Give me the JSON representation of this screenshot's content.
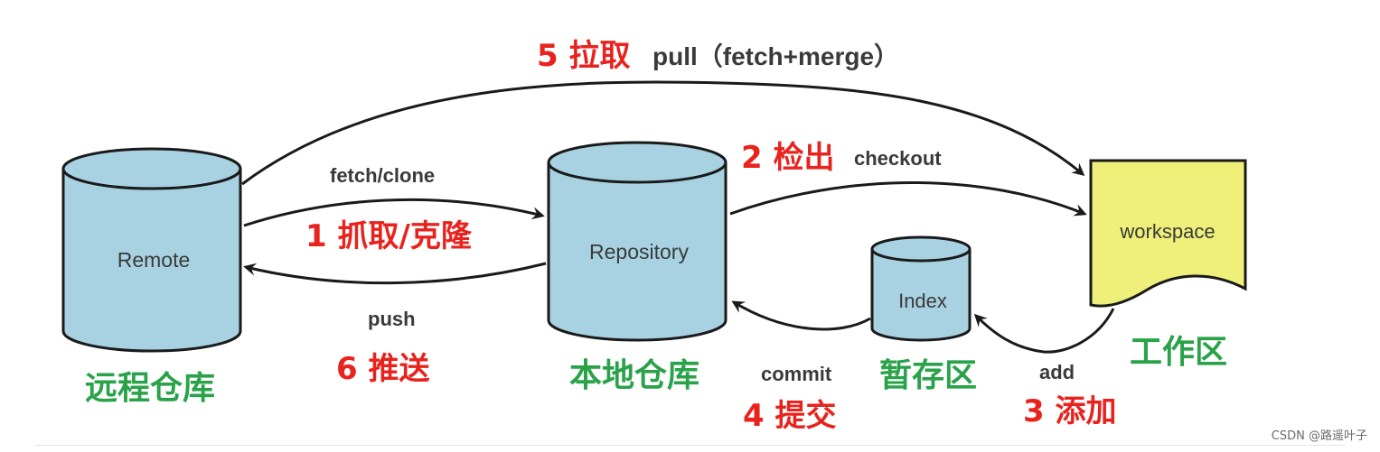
{
  "nodes": {
    "remote": {
      "label": "Remote",
      "caption": "远程仓库"
    },
    "repository": {
      "label": "Repository",
      "caption": "本地仓库"
    },
    "index": {
      "label": "Index",
      "caption": "暂存区"
    },
    "workspace": {
      "label": "workspace",
      "caption": "工作区"
    }
  },
  "edges": {
    "pull": {
      "label": "pull（fetch+merge）",
      "step": "5 拉取"
    },
    "checkout": {
      "label": "checkout",
      "step": "2 检出"
    },
    "fetch_clone": {
      "label": "fetch/clone",
      "step": "1 抓取/克隆"
    },
    "push": {
      "label": "push",
      "step": "6 推送"
    },
    "commit": {
      "label": "commit",
      "step": "4 提交"
    },
    "add": {
      "label": "add",
      "step": "3 添加"
    }
  },
  "watermark": "CSDN @路遥叶子",
  "colors": {
    "cylinder_fill": "#a8d2e2",
    "workspace_fill": "#eef07a",
    "step_red": "#e8231e",
    "caption_green": "#2aa24a",
    "stroke": "#1a1a1a"
  }
}
